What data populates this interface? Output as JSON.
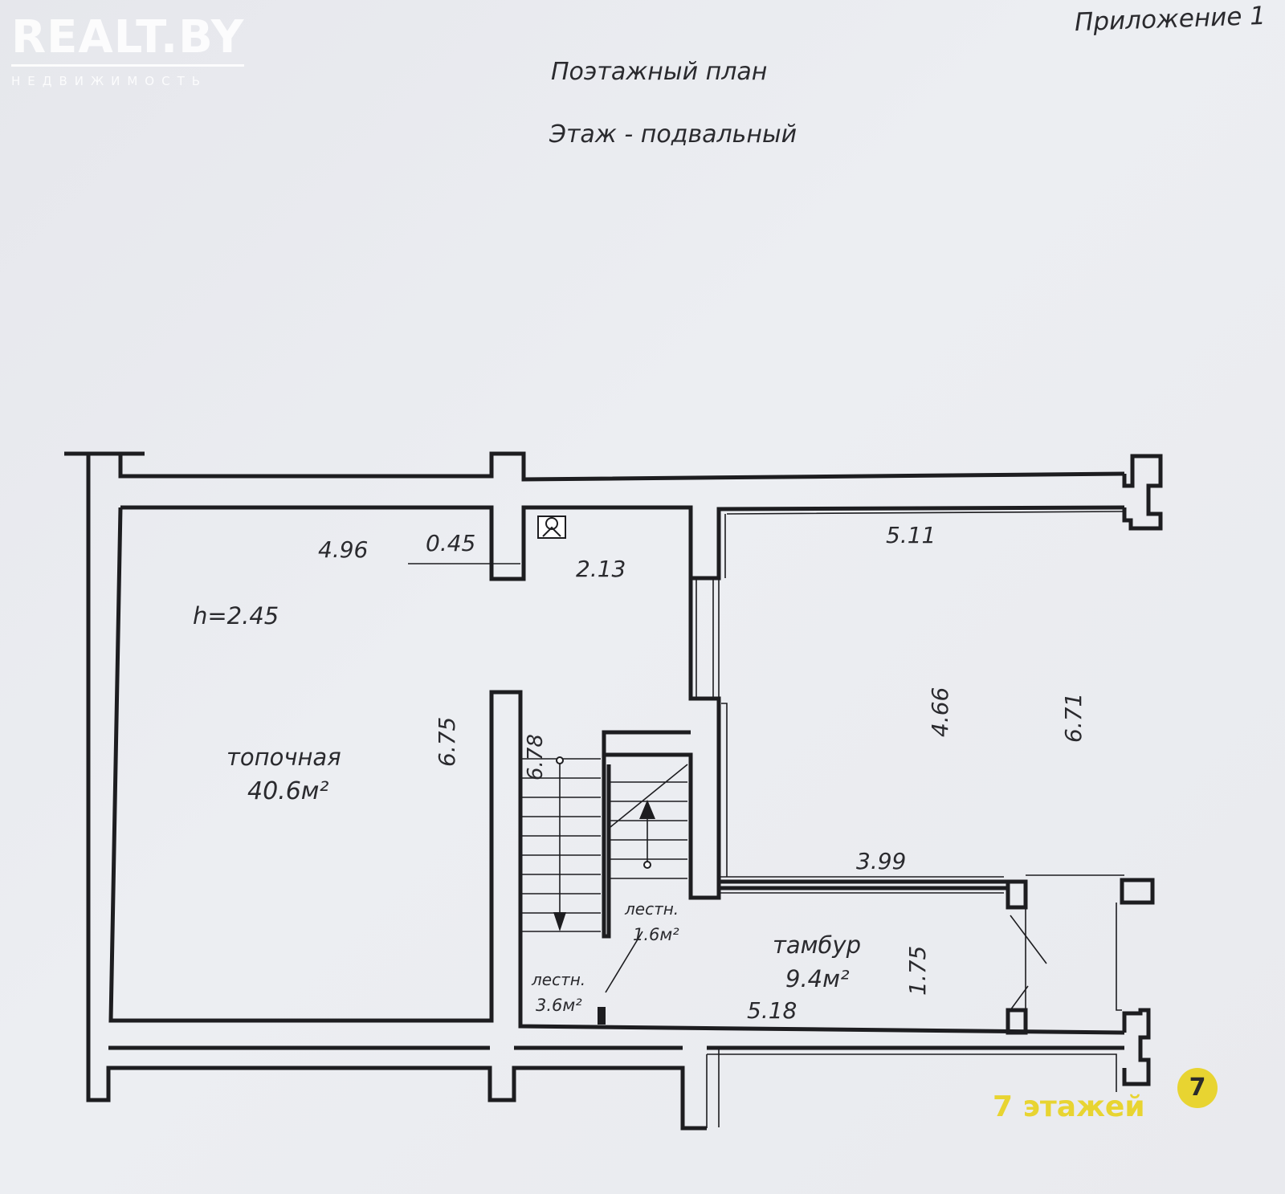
{
  "watermark": {
    "brand": "REALT.BY",
    "subtitle": "НЕДВИЖИМОСТЬ"
  },
  "header": {
    "appendix": "Приложение 1",
    "title": "Поэтажный план",
    "floor": "Этаж - подвальный"
  },
  "rooms": {
    "boiler": {
      "name": "топочная",
      "area": "40.6м²",
      "height": "h=2.45"
    },
    "vestibule": {
      "name": "тамбур",
      "area": "9.4м²"
    },
    "stair_small": {
      "name": "лестн.",
      "area": "1.6м²"
    },
    "stair_large": {
      "name": "лестн.",
      "area": "3.6м²"
    }
  },
  "dimensions": {
    "d496": "4.96",
    "d045": "0.45",
    "d213": "2.13",
    "d511": "5.11",
    "d675": "6.75",
    "d678": "6.78",
    "d466": "4.66",
    "d671": "6.71",
    "d399": "3.99",
    "d175": "1.75",
    "d518": "5.18"
  },
  "badge": {
    "text": "7 этажей",
    "icon_char": "7"
  },
  "colors": {
    "ink": "#2a2a2e",
    "wall": "#1d1d20",
    "badge": "#e8d431",
    "paper": "#e9eaee"
  }
}
